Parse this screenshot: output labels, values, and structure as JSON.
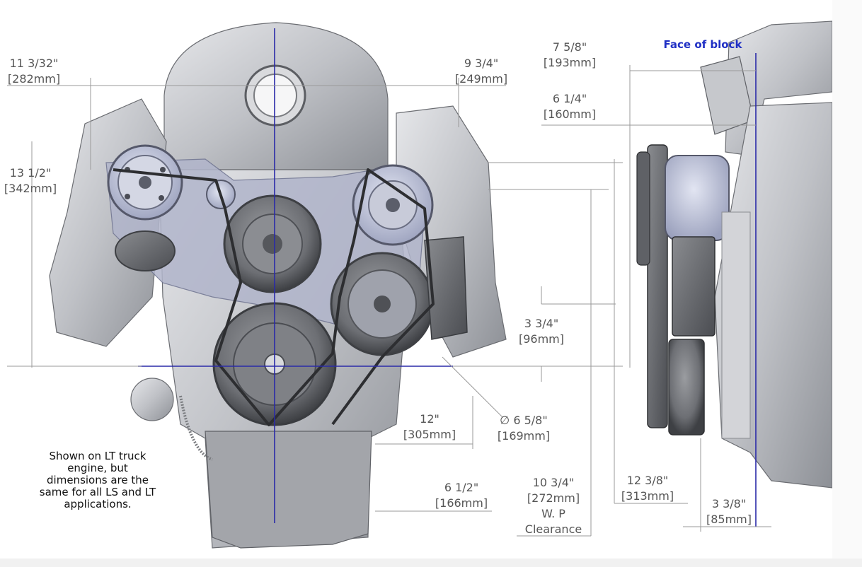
{
  "colors": {
    "centerline": "#2a2aa8",
    "face_label": "#1f2fc4",
    "dimension_text": "#555555",
    "dimension_line": "#9a9a9a",
    "metal": "#b7b9bd",
    "bracket": "#a9aec6"
  },
  "dimensions": {
    "top_left_width": {
      "imperial": "11 3/32\"",
      "metric": "[282mm]"
    },
    "top_right_width": {
      "imperial": "9 3/4\"",
      "metric": "[249mm]"
    },
    "left_height": {
      "imperial": "13 1/2\"",
      "metric": "[342mm]"
    },
    "pulley_offset": {
      "imperial": "3 3/4\"",
      "metric": "[96mm]"
    },
    "pulley_diameter": {
      "imperial": "∅ 6 5/8\"",
      "metric": "[169mm]"
    },
    "lower_width": {
      "imperial": "12\"",
      "metric": "[305mm]"
    },
    "bottom_width": {
      "imperial": "6 1/2\"",
      "metric": "[166mm]"
    },
    "wp_clearance": {
      "imperial": "10 3/4\"",
      "metric": "[272mm]",
      "line1": "W. P",
      "line2": "Clearance"
    },
    "side_top": {
      "imperial": "7 5/8\"",
      "metric": "[193mm]"
    },
    "side_second": {
      "imperial": "6 1/4\"",
      "metric": "[160mm]"
    },
    "side_depth": {
      "imperial": "12 3/8\"",
      "metric": "[313mm]"
    },
    "side_bottom": {
      "imperial": "3 3/8\"",
      "metric": "[85mm]"
    }
  },
  "face_label": "Face of block",
  "note": [
    "Shown on LT truck",
    "engine, but",
    "dimensions are the",
    "same for all LS and LT",
    "applications."
  ]
}
